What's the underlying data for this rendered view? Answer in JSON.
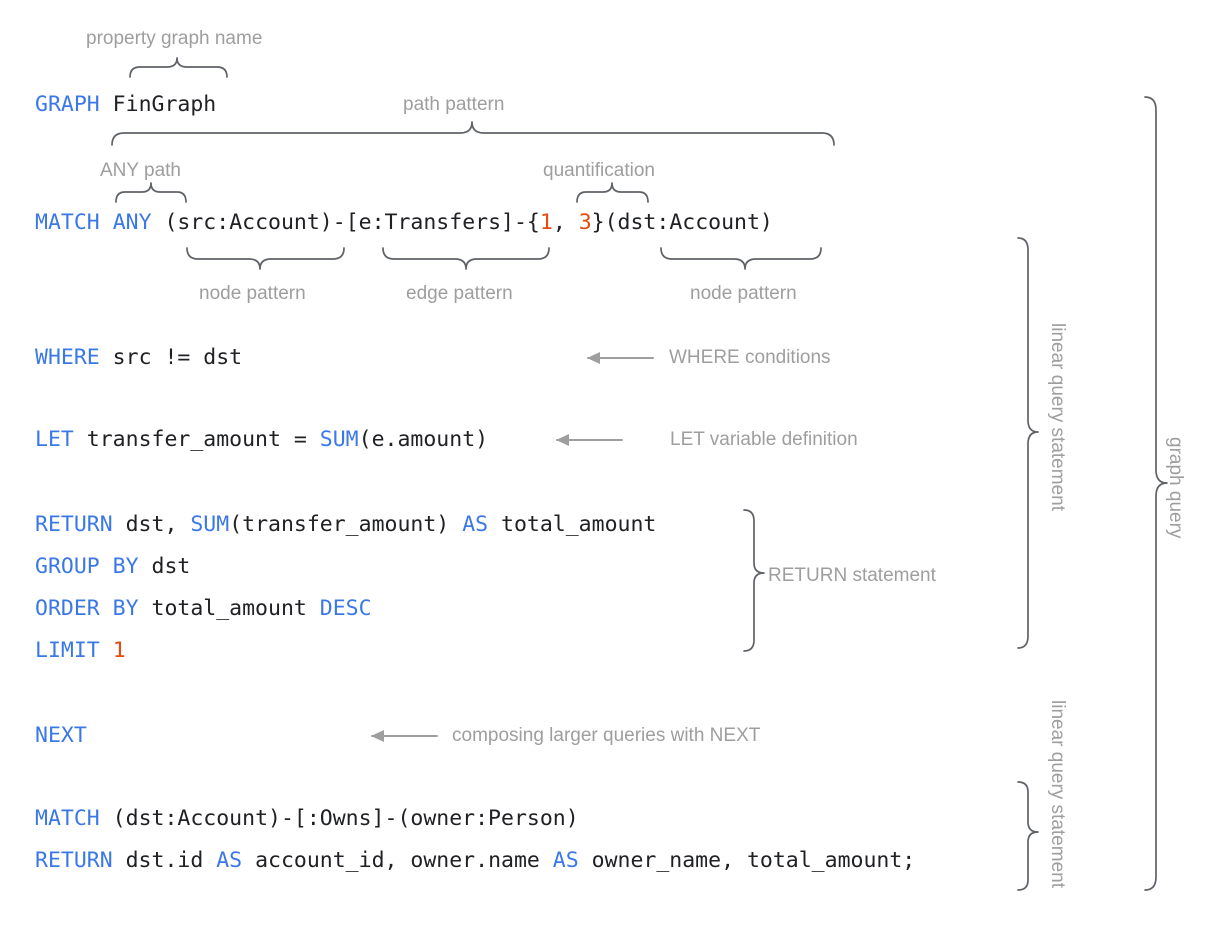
{
  "colors": {
    "background": "#ffffff",
    "code_text": "#202124",
    "keyword_blue": "#3b78e7",
    "number_orange": "#e8490f",
    "annotation_gray": "#9e9e9e",
    "brace_gray": "#5f6368"
  },
  "code": {
    "lines": [
      {
        "id": "graph-line",
        "tokens": [
          {
            "t": "GRAPH",
            "k": "kw"
          },
          {
            "t": " FinGraph",
            "k": "pl"
          }
        ]
      },
      {
        "id": "match-line",
        "tokens": [
          {
            "t": "MATCH",
            "k": "kw"
          },
          {
            "t": " ",
            "k": "pl"
          },
          {
            "t": "ANY",
            "k": "kw"
          },
          {
            "t": " (src:Account)-[e:Transfers]-{",
            "k": "pl"
          },
          {
            "t": "1",
            "k": "num"
          },
          {
            "t": ", ",
            "k": "pl"
          },
          {
            "t": "3",
            "k": "num"
          },
          {
            "t": "}(dst:Account)",
            "k": "pl"
          }
        ]
      },
      {
        "id": "where-line",
        "tokens": [
          {
            "t": "WHERE",
            "k": "kw"
          },
          {
            "t": " src != dst",
            "k": "pl"
          }
        ]
      },
      {
        "id": "let-line",
        "tokens": [
          {
            "t": "LET",
            "k": "kw"
          },
          {
            "t": " transfer_amount = ",
            "k": "pl"
          },
          {
            "t": "SUM",
            "k": "kw"
          },
          {
            "t": "(e.amount)",
            "k": "pl"
          }
        ]
      },
      {
        "id": "return-line",
        "tokens": [
          {
            "t": "RETURN",
            "k": "kw"
          },
          {
            "t": " dst, ",
            "k": "pl"
          },
          {
            "t": "SUM",
            "k": "kw"
          },
          {
            "t": "(transfer_amount) ",
            "k": "pl"
          },
          {
            "t": "AS",
            "k": "kw"
          },
          {
            "t": " total_amount",
            "k": "pl"
          }
        ]
      },
      {
        "id": "groupby-line",
        "tokens": [
          {
            "t": "GROUP BY",
            "k": "kw"
          },
          {
            "t": " dst",
            "k": "pl"
          }
        ]
      },
      {
        "id": "orderby-line",
        "tokens": [
          {
            "t": "ORDER BY",
            "k": "kw"
          },
          {
            "t": " total_amount ",
            "k": "pl"
          },
          {
            "t": "DESC",
            "k": "kw"
          }
        ]
      },
      {
        "id": "limit-line",
        "tokens": [
          {
            "t": "LIMIT",
            "k": "kw"
          },
          {
            "t": " ",
            "k": "pl"
          },
          {
            "t": "1",
            "k": "num"
          }
        ]
      },
      {
        "id": "next-line",
        "tokens": [
          {
            "t": "NEXT",
            "k": "kw"
          }
        ]
      },
      {
        "id": "match2-line",
        "tokens": [
          {
            "t": "MATCH",
            "k": "kw"
          },
          {
            "t": " (dst:Account)-[:Owns]-(owner:Person)",
            "k": "pl"
          }
        ]
      },
      {
        "id": "return2-line",
        "tokens": [
          {
            "t": "RETURN",
            "k": "kw"
          },
          {
            "t": " dst.id ",
            "k": "pl"
          },
          {
            "t": "AS",
            "k": "kw"
          },
          {
            "t": " account_id, owner.name ",
            "k": "pl"
          },
          {
            "t": "AS",
            "k": "kw"
          },
          {
            "t": " owner_name, total_amount;",
            "k": "pl"
          }
        ]
      }
    ]
  },
  "annotations": {
    "property_graph_name": "property graph name",
    "path_pattern": "path pattern",
    "any_path": "ANY path",
    "quantification": "quantification",
    "node_pattern_left": "node pattern",
    "edge_pattern": "edge pattern",
    "node_pattern_right": "node pattern",
    "where_conditions": "WHERE conditions",
    "let_variable_definition": "LET variable definition",
    "return_statement": "RETURN statement",
    "composing_with_next": "composing larger queries with NEXT",
    "linear_query_statement_1": "linear query statement",
    "linear_query_statement_2": "linear query statement",
    "graph_query": "graph query"
  }
}
